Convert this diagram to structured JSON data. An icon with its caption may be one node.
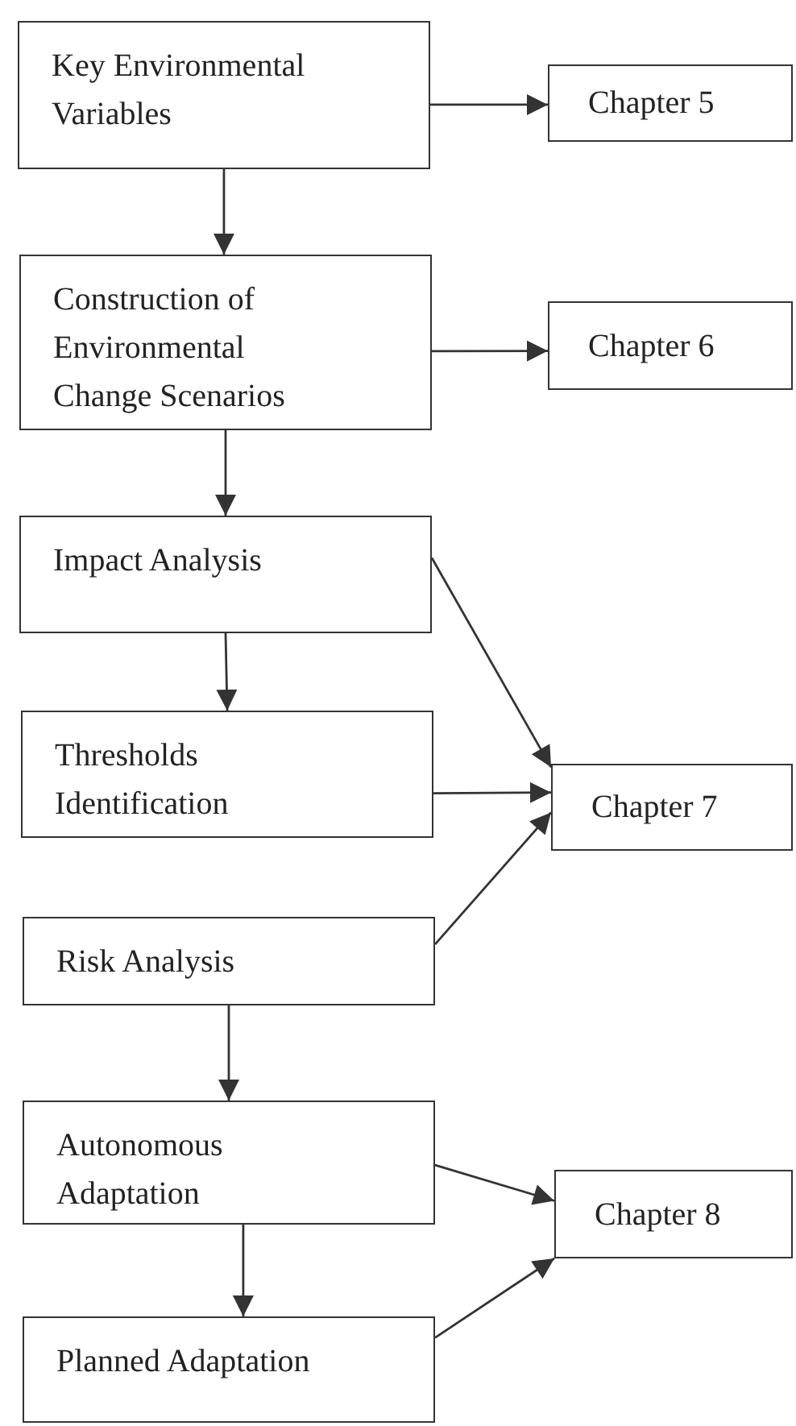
{
  "diagram": {
    "nodes": [
      {
        "text": [
          "Key Environmental Variables"
        ]
      },
      {
        "text": [
          "Chapter 5"
        ]
      },
      {
        "text": [
          "Construction of Environmental Change Scenarios"
        ]
      },
      {
        "text": [
          "Chapter 6"
        ]
      },
      {
        "text": [
          "Impact Analysis"
        ]
      },
      {
        "text": [
          "Thresholds Identification"
        ]
      },
      {
        "text": [
          "Chapter 7"
        ]
      },
      {
        "text": [
          "Risk Analysis"
        ]
      },
      {
        "text": [
          "Autonomous Adaptation"
        ]
      },
      {
        "text": [
          "Chapter 8"
        ]
      },
      {
        "text": [
          "Planned Adaptation"
        ]
      }
    ],
    "edges": [
      {
        "from": 0,
        "to": 1,
        "arrow": "to"
      },
      {
        "from": 0,
        "to": 2,
        "arrow": "to"
      },
      {
        "from": 2,
        "to": 3,
        "arrow": "to"
      },
      {
        "from": 2,
        "to": 4,
        "arrow": "to"
      },
      {
        "from": 4,
        "to": 5,
        "arrow": "to"
      },
      {
        "from": 4,
        "to": 6,
        "arrow": "to"
      },
      {
        "from": 5,
        "to": 6,
        "arrow": "to"
      },
      {
        "from": 7,
        "to": 6,
        "arrow": "to"
      },
      {
        "from": 7,
        "to": 8,
        "arrow": "to"
      },
      {
        "from": 8,
        "to": 9,
        "arrow": "to"
      },
      {
        "from": 8,
        "to": 10,
        "arrow": "to"
      },
      {
        "from": 10,
        "to": 9,
        "arrow": "to"
      }
    ]
  }
}
